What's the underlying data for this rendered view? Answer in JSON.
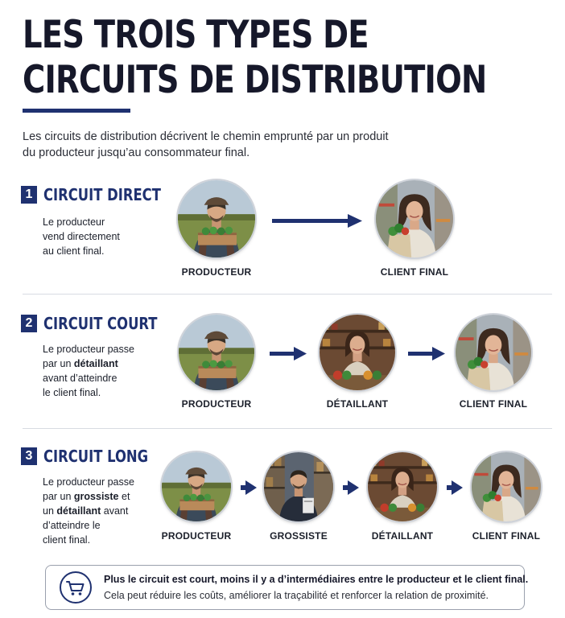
{
  "header": {
    "title_line1": "LES TROIS TYPES DE",
    "title_line2": "CIRCUITS DE DISTRIBUTION",
    "intro_line1": "Les circuits de distribution décrivent le chemin emprunté par un produit",
    "intro_line2": "du producteur jusqu’au consommateur final."
  },
  "sections": [
    {
      "number": "1",
      "title": "CIRCUIT DIRECT",
      "desc": {
        "l1": "Le producteur",
        "l2": "vend directement",
        "l3": "au client final."
      },
      "actors": [
        "PRODUCTEUR",
        "CLIENT FINAL"
      ]
    },
    {
      "number": "2",
      "title": "CIRCUIT COURT",
      "desc": {
        "l1": "Le producteur passe",
        "l2a": "par un ",
        "l2b": "détaillant",
        "l3": "avant d’atteindre",
        "l4": "le client final."
      },
      "actors": [
        "PRODUCTEUR",
        "DÉTAILLANT",
        "CLIENT FINAL"
      ]
    },
    {
      "number": "3",
      "title": "CIRCUIT LONG",
      "desc": {
        "l1": "Le producteur passe",
        "l2a": "par un ",
        "l2b": "grossiste",
        "l2c": " et",
        "l3a": "un ",
        "l3b": "détaillant",
        "l3c": " avant",
        "l4": "d’atteindre le",
        "l5": "client final."
      },
      "actors": [
        "PRODUCTEUR",
        "GROSSISTE",
        "DÉTAILLANT",
        "CLIENT FINAL"
      ]
    }
  ],
  "note": {
    "icon": "shopping-cart-icon",
    "line1": "Plus le circuit est court, moins il y a d’intermédiaires entre le producteur et le client final.",
    "line2": "Cela peut réduire les coûts, améliorer la traçabilité et renforcer la relation de proximité."
  },
  "colors": {
    "navy": "#1f3170",
    "text": "#1b1f2a",
    "divider": "#d8dbe2"
  }
}
